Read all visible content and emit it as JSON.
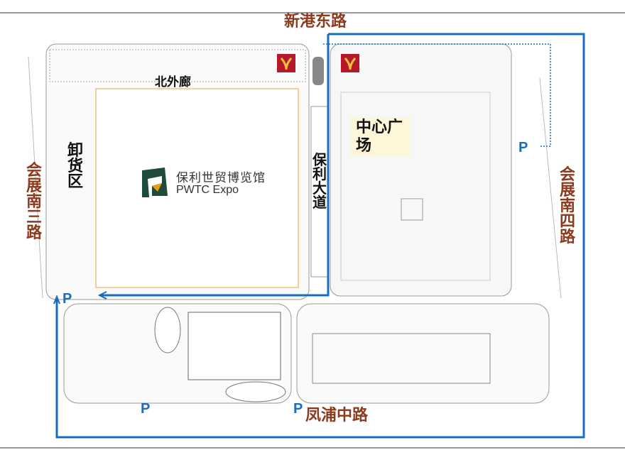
{
  "roads": {
    "north": "新港东路",
    "west": "会展南三路",
    "east": "会展南四路",
    "south": "凤浦中路"
  },
  "areas": {
    "loading_zone": "卸货区",
    "north_corridor": "北外廊",
    "poly_avenue": "保利大道",
    "central_plaza": "中心广场"
  },
  "venue": {
    "name_cn": "保利世贸博览馆",
    "name_en": "PWTC Expo"
  },
  "parking": {
    "label": "P"
  },
  "colors": {
    "road_label": "#8b3a1e",
    "route": "#1b6cc1",
    "plaza_bg": "#fdf6d8",
    "logo_green": "#1f4b3a",
    "logo_orange": "#e89a1a",
    "metro": "#b5182a"
  }
}
